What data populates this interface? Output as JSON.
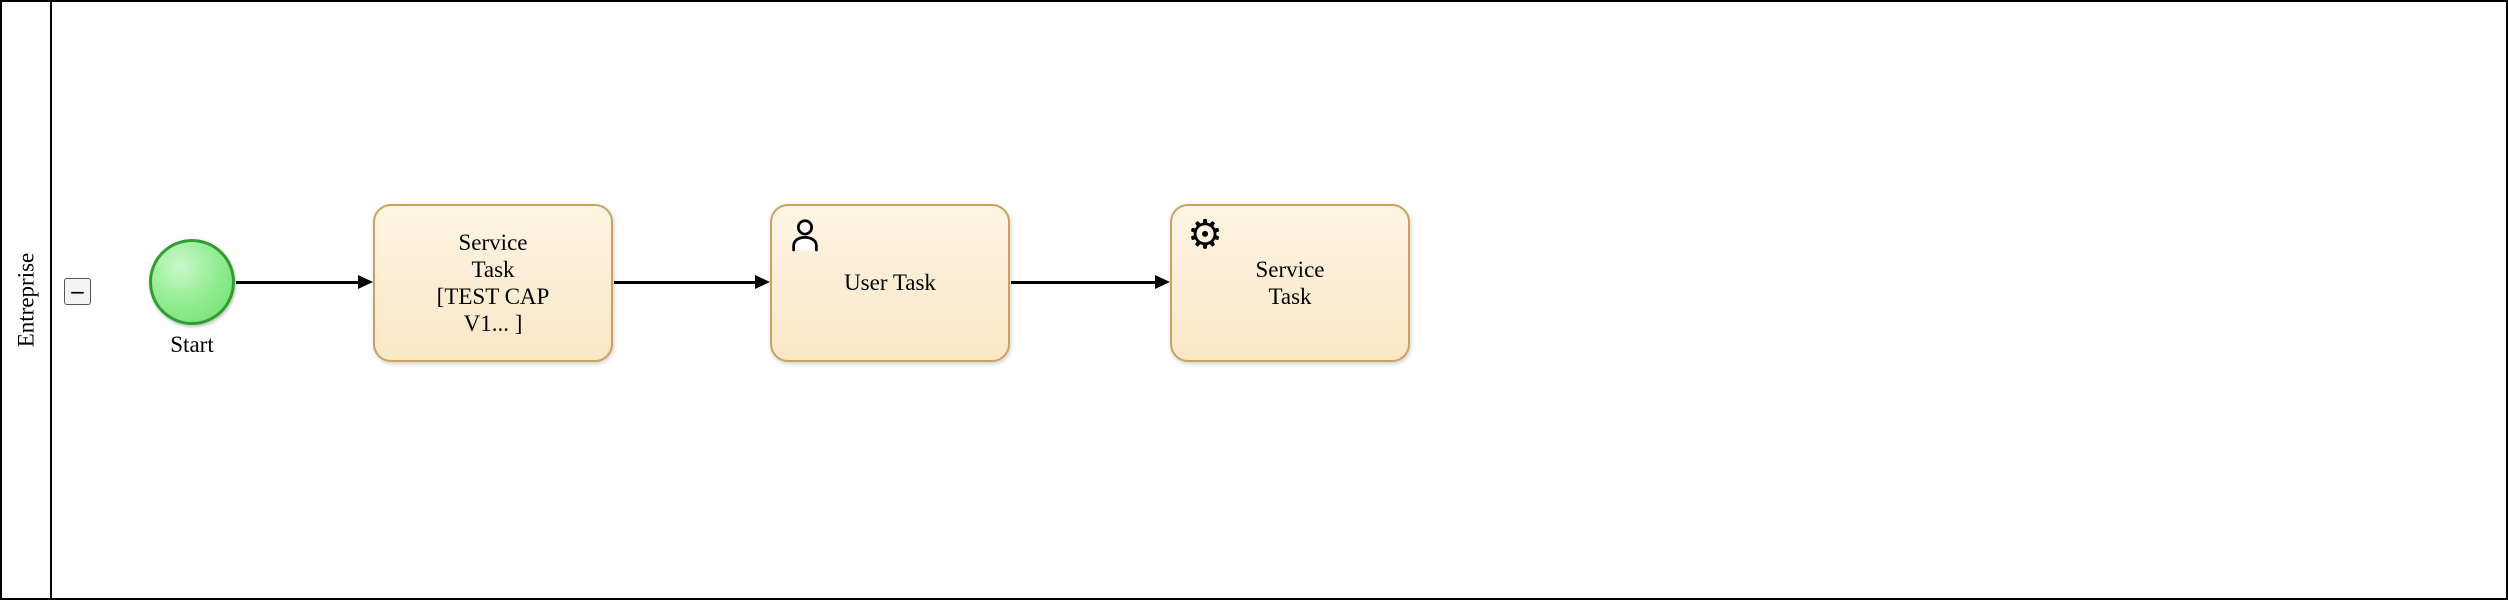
{
  "pool": {
    "label": "Entreprise",
    "collapse_icon": "−"
  },
  "start_event": {
    "label": "Start"
  },
  "tasks": [
    {
      "label": "Service\nTask\n[TEST CAP\nV1... ]",
      "icon": "none"
    },
    {
      "label": "User Task",
      "icon": "user-icon"
    },
    {
      "label": "Service\nTask",
      "icon": "gear-icon",
      "icon_glyph": "⚙"
    }
  ],
  "colors": {
    "task_fill": "#f9e7c6",
    "task_border": "#c9a160",
    "start_fill": "#8deb8d",
    "start_border": "#2f9e2f",
    "flow": "#000000",
    "pool_border": "#000000"
  }
}
